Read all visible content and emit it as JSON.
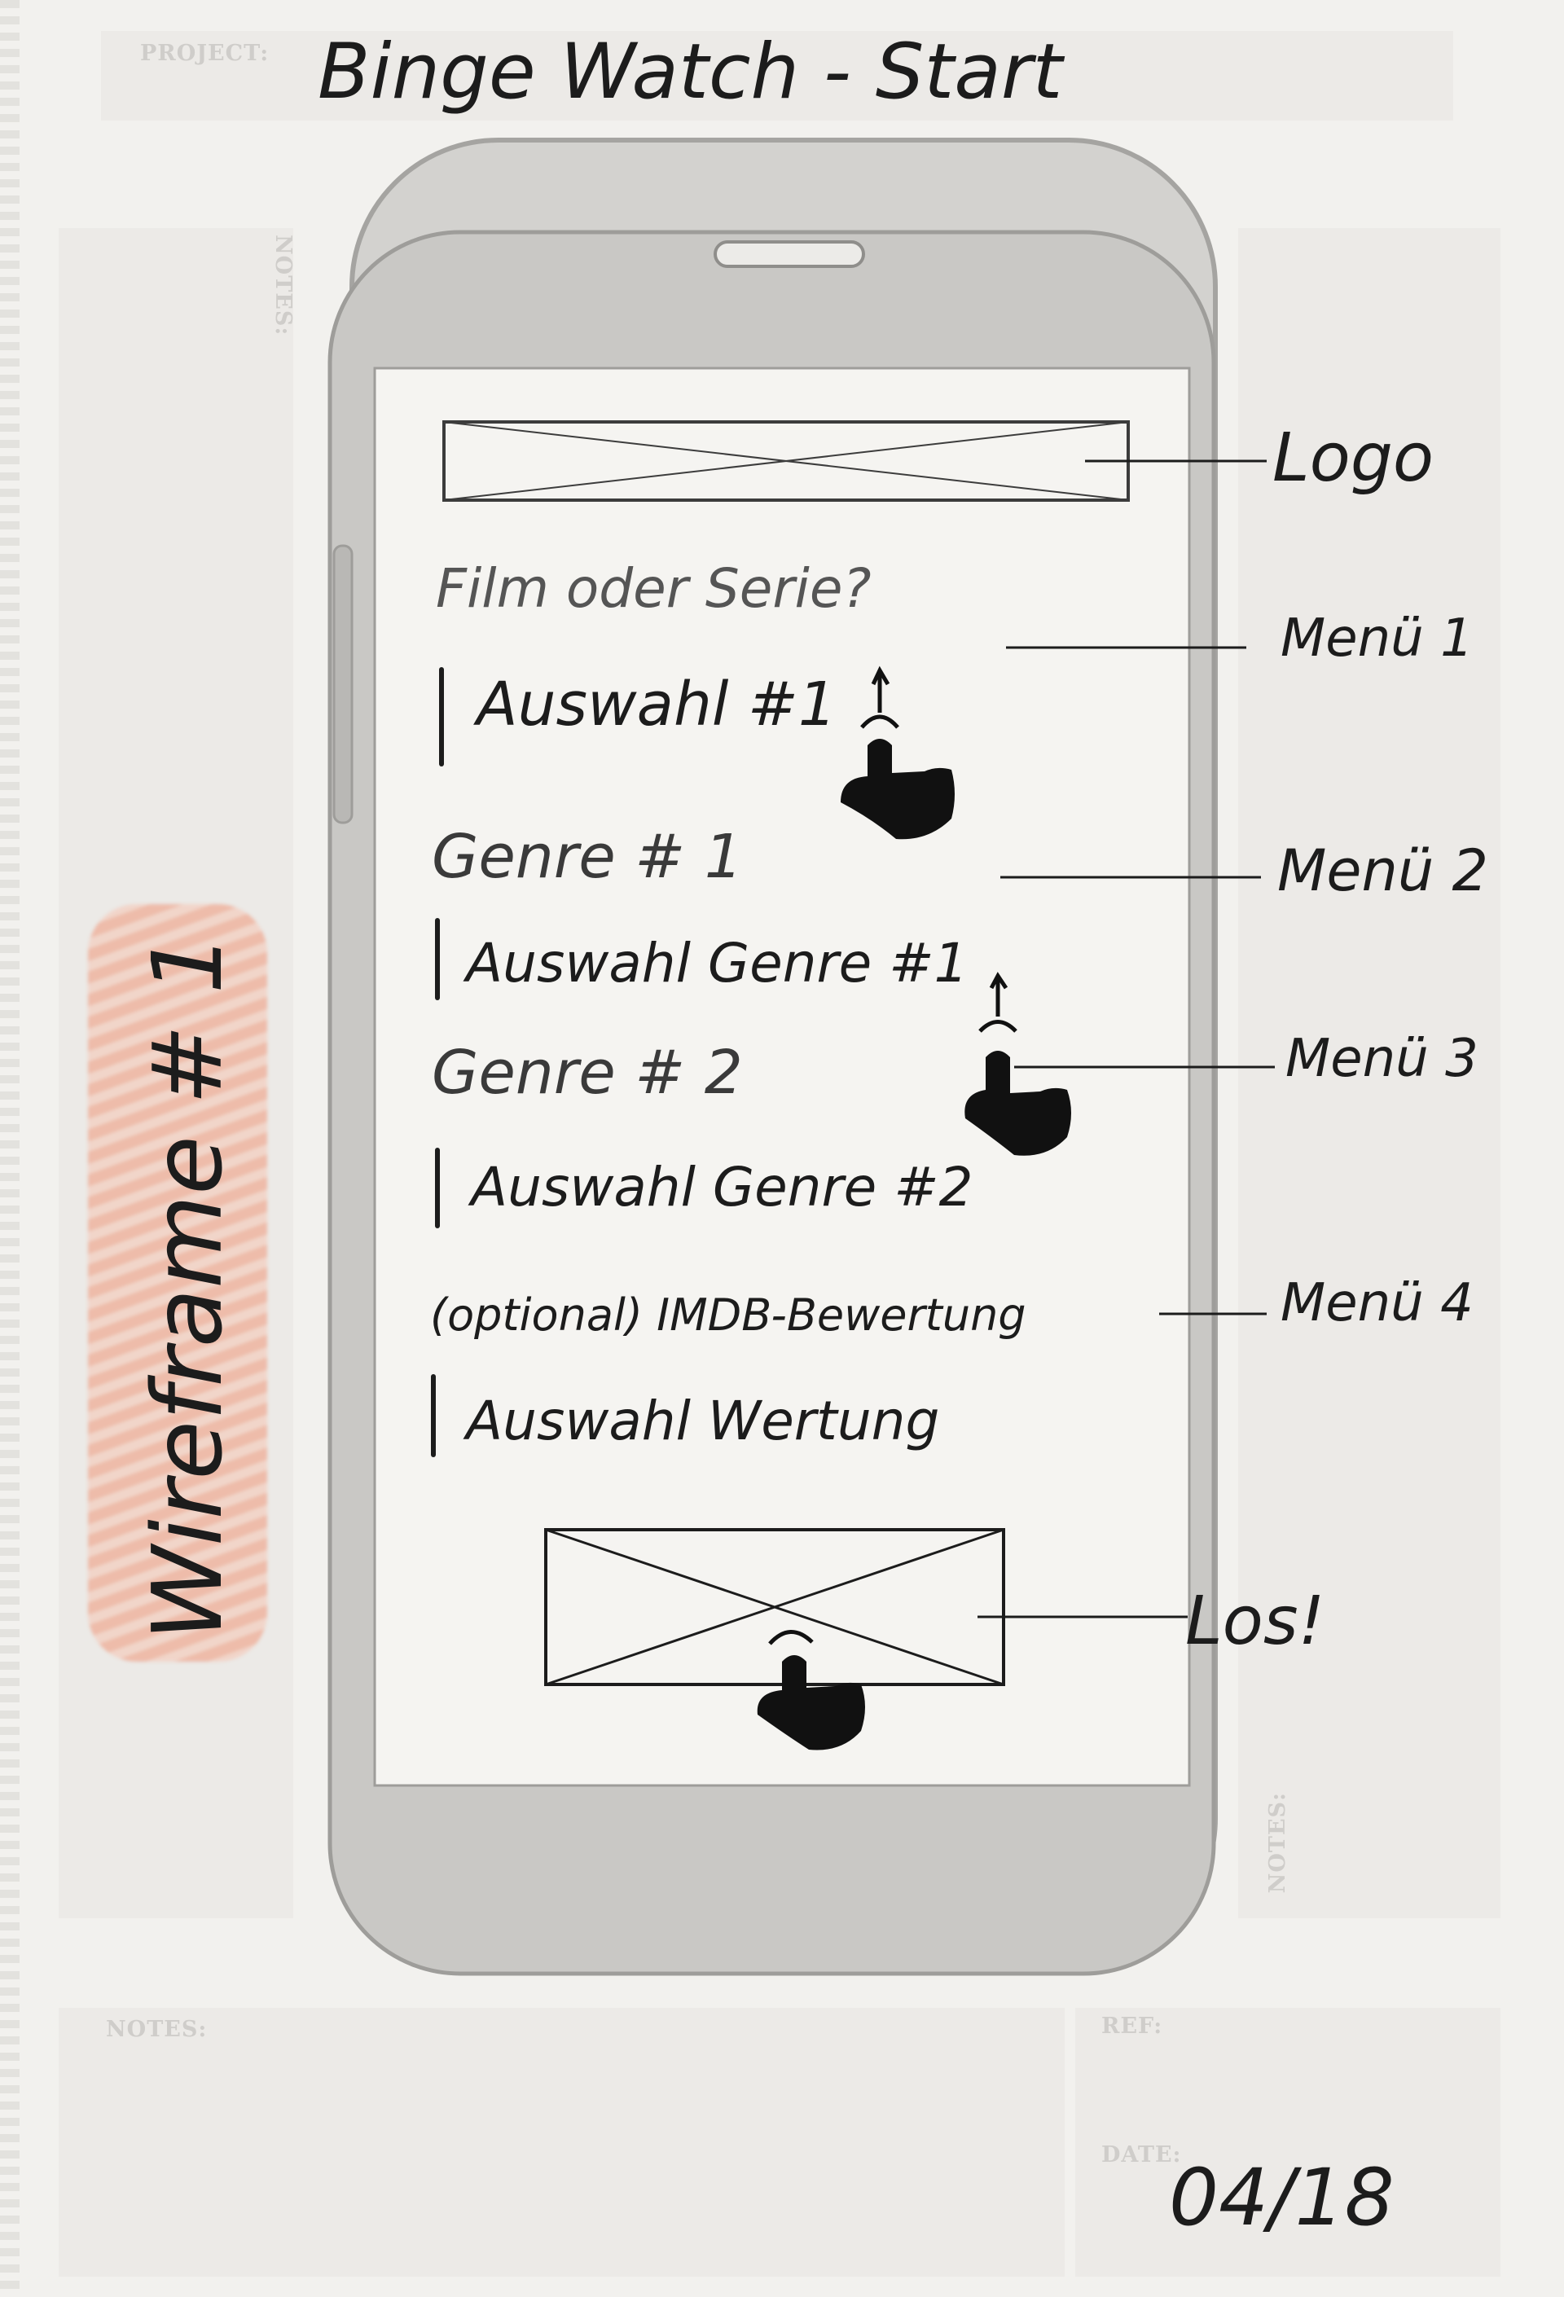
{
  "header": {
    "project_label": "PROJECT:",
    "title": "Binge Watch - Start"
  },
  "print_labels": {
    "notes": "NOTES:",
    "ref": "REF:",
    "date": "DATE:"
  },
  "date_value": "04/18",
  "side_note": "Wireframe # 1",
  "screen": {
    "question": "Film oder Serie?",
    "menu1_selection": "Auswahl #1",
    "genre1": "Genre # 1",
    "genre1_selection": "Auswahl Genre #1",
    "genre2": "Genre # 2",
    "genre2_selection": "Auswahl Genre #2",
    "rating_label": "(optional) IMDB-Bewertung",
    "rating_selection": "Auswahl Wertung"
  },
  "annotations": {
    "logo": "Logo",
    "menu1": "Menü 1",
    "menu2": "Menü 2",
    "menu3": "Menü 3",
    "menu4": "Menü 4",
    "go_button": "Los!"
  },
  "colors": {
    "paper": "#f2f1ee",
    "panel": "#eceae7",
    "phone_body": "#c8c7c4",
    "phone_screen": "#f5f4f1",
    "ink": "#1c1c1c",
    "highlighter": "#f0a082"
  },
  "icons": [
    "tap-gesture-icon",
    "tap-gesture-icon",
    "tap-gesture-icon"
  ]
}
